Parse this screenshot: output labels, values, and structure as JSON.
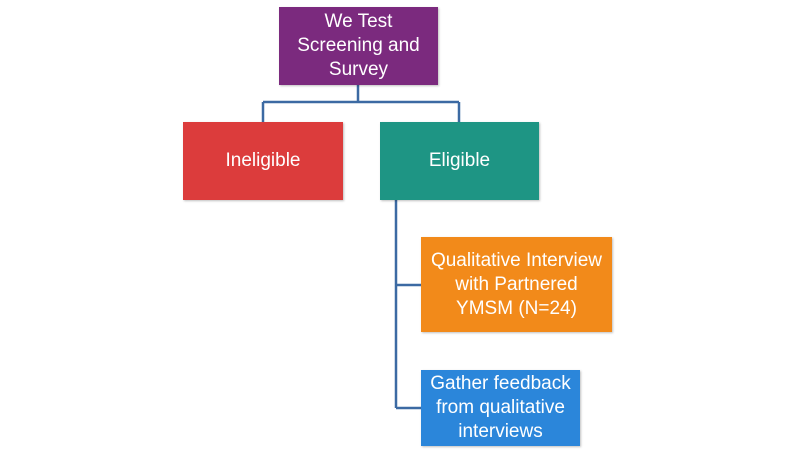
{
  "colors": {
    "root": "#7b2a7e",
    "ineligible": "#dc3c3c",
    "eligible": "#1e9584",
    "interview": "#f28a1a",
    "feedback": "#2b86da",
    "connector": "#3c6aa3"
  },
  "nodes": {
    "root": "We Test\nScreening and\nSurvey",
    "ineligible": "Ineligible",
    "eligible": "Eligible",
    "interview": "Qualitative Interview\nwith Partnered\nYMSM (N=24)",
    "feedback": "Gather feedback\nfrom qualitative\ninterviews"
  }
}
